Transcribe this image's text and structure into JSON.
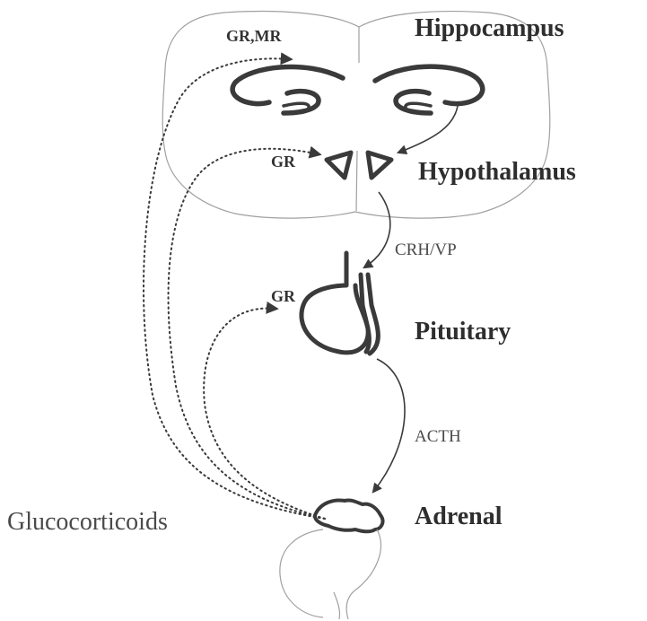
{
  "labels": {
    "hippocampus": "Hippocampus",
    "hypothalamus": "Hypothalamus",
    "pituitary": "Pituitary",
    "adrenal": "Adrenal",
    "glucocorticoids": "Glucocorticoids",
    "crh_vp": "CRH/VP",
    "acth": "ACTH",
    "gr_mr": "GR,MR",
    "gr_hypothalamus": "GR",
    "gr_pituitary": "GR"
  },
  "colors": {
    "organ_stroke": "#3a3a3a",
    "outline_stroke": "#9a9a9a",
    "text": "#2e2e2e"
  }
}
